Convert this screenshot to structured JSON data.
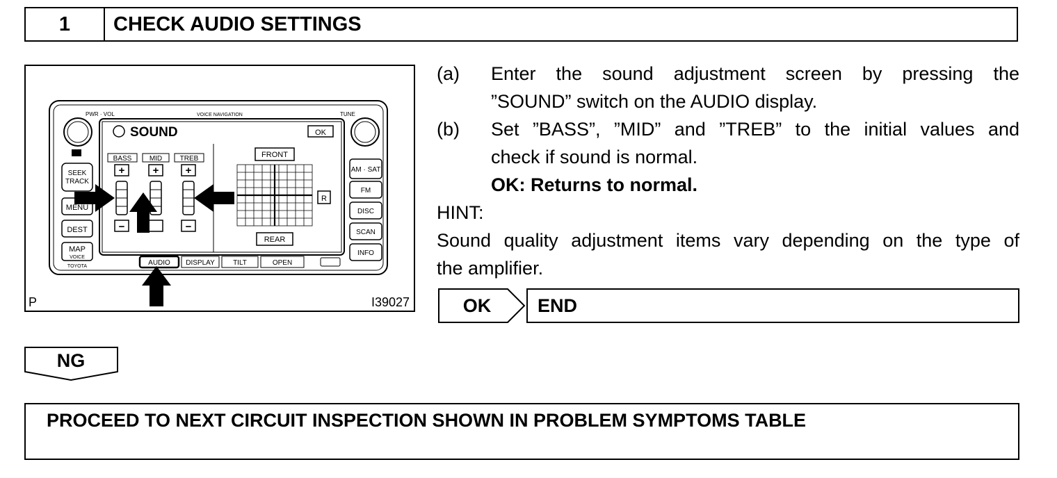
{
  "header": {
    "step_number": "1",
    "title": "CHECK AUDIO SETTINGS"
  },
  "figure": {
    "corner_letter": "P",
    "figure_id": "I39027",
    "display": {
      "top_labels": [
        "PWR · VOL",
        "VOICE NAVIGATION",
        "TUNE"
      ],
      "screen_title": "SOUND",
      "ok_label": "OK",
      "eq_labels": [
        "BASS",
        "MID",
        "TREB"
      ],
      "plus": "+",
      "minus": "−",
      "front_label": "FRONT",
      "rear_label": "REAR",
      "r_label": "R",
      "left_buttons": [
        "SEEK",
        "TRACK",
        "MENU",
        "DEST",
        "MAP",
        "VOICE"
      ],
      "brand": "TOYOTA",
      "right_buttons": [
        "AM · SAT",
        "FM",
        "DISC",
        "SCAN",
        "INFO"
      ],
      "bottom_tabs": [
        "AUDIO",
        "DISPLAY",
        "TILT",
        "OPEN"
      ]
    }
  },
  "instructions": {
    "a_marker": "(a)",
    "a_line1": "Enter the sound adjustment screen by pressing the",
    "a_line2": "”SOUND” switch on the AUDIO display.",
    "b_marker": "(b)",
    "b_line1": "Set ”BASS”, ”MID” and ”TREB” to the initial values and",
    "b_line2": "check if sound is normal.",
    "ok_result": "OK: Returns to normal.",
    "hint_label": "HINT:",
    "hint_line1": "Sound quality adjustment items vary depending on the type of",
    "hint_line2": "the amplifier."
  },
  "flow": {
    "ok_label": "OK",
    "end_label": "END",
    "ng_label": "NG",
    "next_action": "PROCEED TO NEXT CIRCUIT INSPECTION SHOWN IN PROBLEM SYMPTOMS TABLE"
  }
}
